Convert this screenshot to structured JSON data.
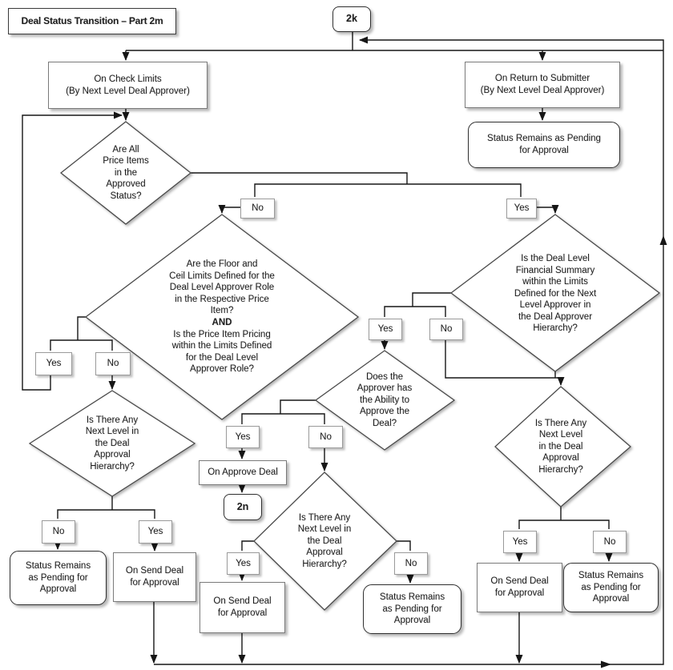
{
  "flowchart": {
    "title": "Deal Status Transition – Part 2m",
    "labels": {
      "yes": "Yes",
      "no": "No"
    },
    "connectors": {
      "start": "2k",
      "next_page": "2n"
    },
    "events": {
      "on_check_limits": "On Check Limits\n(By Next Level Deal Approver)",
      "on_return_to_submitter": "On Return to Submitter\n(By Next Level Deal Approver)",
      "on_approve_deal": "On Approve Deal",
      "on_send_deal_for_approval": "On Send Deal\nfor Approval"
    },
    "statuses": {
      "pending_wide": "Status Remains as Pending\nfor Approval",
      "pending_narrow": "Status Remains\nas Pending for\nApproval"
    },
    "decisions": {
      "all_price_items_approved": "Are All\nPrice Items\nin the\nApproved\nStatus?",
      "floor_ceil_part1": "Are the Floor and\nCeil Limits Defined for the\nDeal Level Approver Role\nin the Respective Price\nItem?",
      "floor_ceil_and": "AND",
      "floor_ceil_part2": "Is the Price Item Pricing\nwithin the Limits Defined\nfor the Deal Level\nApprover Role?",
      "financial_summary_within_limits": "Is the Deal Level\nFinancial Summary\nwithin the Limits\nDefined for the Next\nLevel Approver in\nthe Deal Approver\nHierarchy?",
      "approver_ability": "Does the\nApprover has\nthe Ability to\nApprove the\nDeal?",
      "next_level_left": "Is There Any\nNext Level in\nthe Deal\nApproval\nHierarchy?",
      "next_level_right": "Is There Any\nNext Level\nin the Deal\nApproval\nHierarchy?"
    },
    "colors": {
      "line": "#161616",
      "node_fill": "#ffffff",
      "node_border": "#7a7a7a",
      "terminator_border": "#2f2f2f"
    }
  }
}
